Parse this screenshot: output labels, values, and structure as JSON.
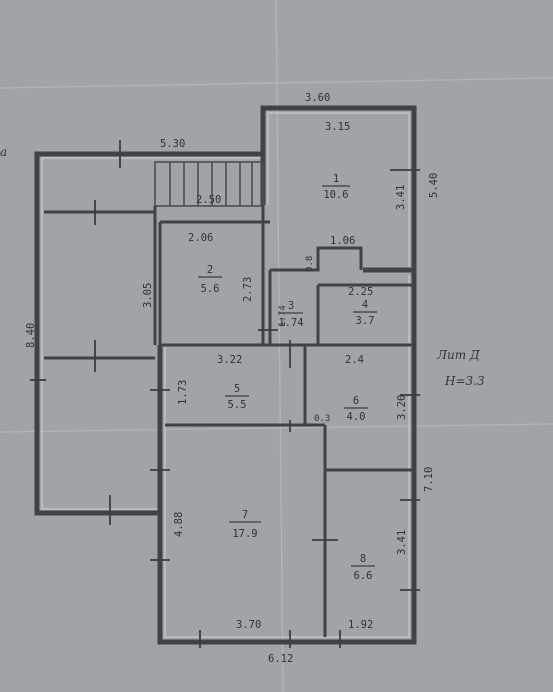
{
  "plan": {
    "dimensions": {
      "top_total": "3.60",
      "top_left": "5.30",
      "left_side": "8.40",
      "room1_width": "3.15",
      "room1_right": "3.41",
      "right_upper": "5.40",
      "stair_width": "2.50",
      "room2_width": "2.06",
      "room2_height": "2.73",
      "left_inner_height": "3.05",
      "step": "1.06",
      "step_height": "0.8",
      "room3_height": "1.74",
      "room4_width": "2.25",
      "room5_width": "3.22",
      "room5_height": "1.73",
      "room6_width": "2.4",
      "room6_height": "3.20",
      "small_gap": "0.3",
      "right_lower": "7.10",
      "room7_height": "4.88",
      "room8_height": "3.41",
      "bottom_left": "3.70",
      "bottom_right": "1.92",
      "bottom_total": "6.12"
    },
    "rooms": [
      {
        "number": "1",
        "area": "10.6"
      },
      {
        "number": "2",
        "area": "5.6"
      },
      {
        "number": "3",
        "area": "1.74"
      },
      {
        "number": "4",
        "area": "3.7"
      },
      {
        "number": "5",
        "area": "5.5"
      },
      {
        "number": "6",
        "area": "4.0"
      },
      {
        "number": "7",
        "area": "17.9"
      },
      {
        "number": "8",
        "area": "6.6"
      }
    ],
    "legend": {
      "title": "Лит Д",
      "height": "Н=3.3"
    },
    "edge_mark": "a"
  }
}
